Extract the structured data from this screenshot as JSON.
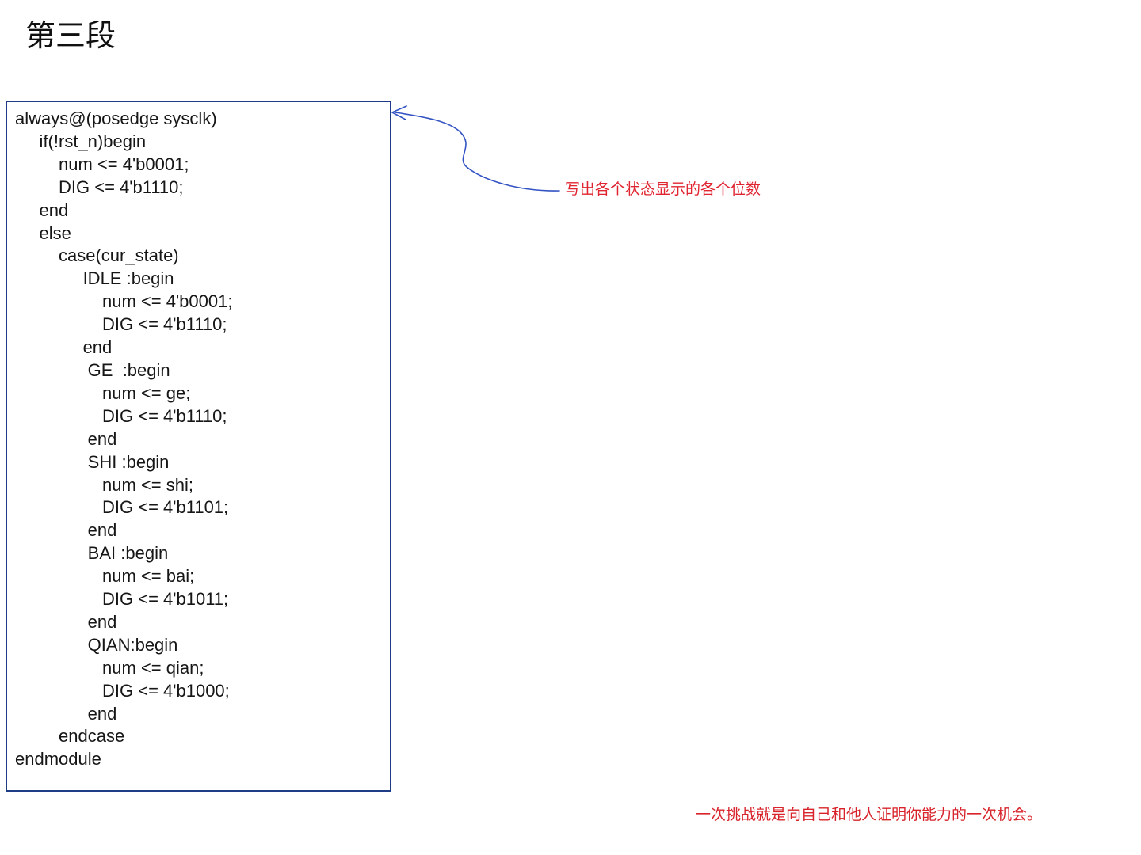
{
  "title": "第三段",
  "code_block": {
    "language": "verilog",
    "lines": [
      "always@(posedge sysclk)",
      "     if(!rst_n)begin",
      "         num <= 4'b0001;",
      "         DIG <= 4'b1110;",
      "     end",
      "     else",
      "         case(cur_state)",
      "              IDLE :begin",
      "                  num <= 4'b0001;",
      "                  DIG <= 4'b1110;",
      "              end",
      "               GE  :begin",
      "                  num <= ge;",
      "                  DIG <= 4'b1110;",
      "               end",
      "               SHI :begin",
      "                  num <= shi;",
      "                  DIG <= 4'b1101;",
      "               end",
      "               BAI :begin",
      "                  num <= bai;",
      "                  DIG <= 4'b1011;",
      "               end",
      "               QIAN:begin",
      "                  num <= qian;",
      "                  DIG <= 4'b1000;",
      "               end",
      "         endcase",
      "endmodule"
    ]
  },
  "annotation": {
    "text": "写出各个状态显示的各个位数",
    "color": "#e02430"
  },
  "arrow": {
    "color": "#3353c4"
  },
  "footer": {
    "quote": "一次挑战就是向自己和他人证明你能力的一次机会。",
    "color": "#d8232a"
  },
  "colors": {
    "box_border": "#1f3c87",
    "code_text": "#161616",
    "background": "#ffffff"
  }
}
